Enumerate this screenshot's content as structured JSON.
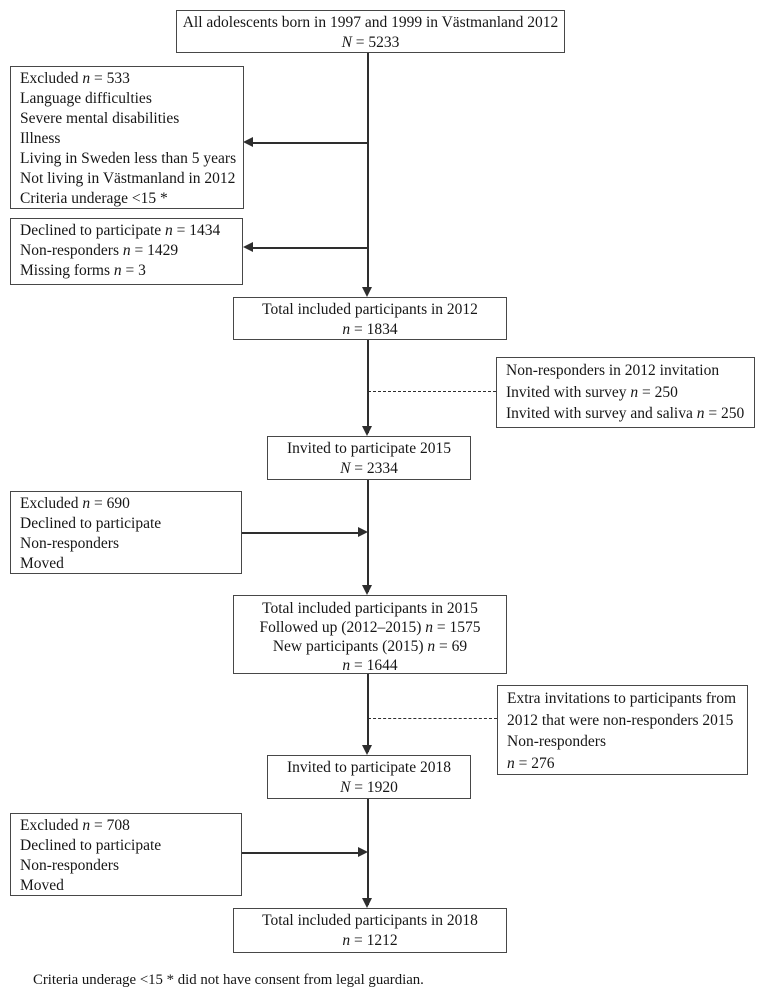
{
  "figure_type": "participant-flow-diagram",
  "colors": {
    "background": "#ffffff",
    "box_border": "#474747",
    "connector_line": "#2e2e2e",
    "text": "#161616"
  },
  "boxes": {
    "population_2012": {
      "lines": [
        "All adolescents born in 1997 and 1999 in Västmanland 2012",
        "N = 5233"
      ]
    },
    "excluded_2012": {
      "lines": [
        "Excluded n = 533",
        "Language difficulties",
        "Severe mental disabilities",
        "Illness",
        "Living in Sweden less than 5 years",
        "Not living in Västmanland in 2012",
        "Criteria underage <15 *"
      ]
    },
    "declined_2012": {
      "lines": [
        "Declined to participate n = 1434",
        "Non-responders n = 1429",
        "Missing forms n = 3"
      ]
    },
    "total_2012": {
      "lines": [
        "Total included participants in 2012",
        "n = 1834"
      ]
    },
    "nonresponders_2012_invitation": {
      "lines": [
        "Non-responders in 2012 invitation",
        "Invited with survey n = 250",
        "Invited with survey and saliva n = 250"
      ]
    },
    "invited_2015": {
      "lines": [
        "Invited to participate 2015",
        "N = 2334"
      ]
    },
    "excluded_2015": {
      "lines": [
        "Excluded n = 690",
        "Declined to participate",
        "Non-responders",
        "Moved"
      ]
    },
    "total_2015": {
      "lines": [
        "Total included participants in 2015",
        "Followed up (2012–2015) n = 1575",
        "New participants (2015) n = 69",
        "n = 1644"
      ]
    },
    "extra_invitations_2015": {
      "lines": [
        "Extra invitations to participants from",
        "2012 that were non-responders 2015",
        "Non-responders",
        "n = 276"
      ]
    },
    "invited_2018": {
      "lines": [
        "Invited to participate 2018",
        "N = 1920"
      ]
    },
    "excluded_2018": {
      "lines": [
        "Excluded n = 708",
        "Declined to participate",
        "Non-responders",
        "Moved"
      ]
    },
    "total_2018": {
      "lines": [
        "Total included participants in 2018",
        "n = 1212"
      ]
    }
  },
  "footnote": "Criteria underage <15 * did not have consent from legal guardian."
}
